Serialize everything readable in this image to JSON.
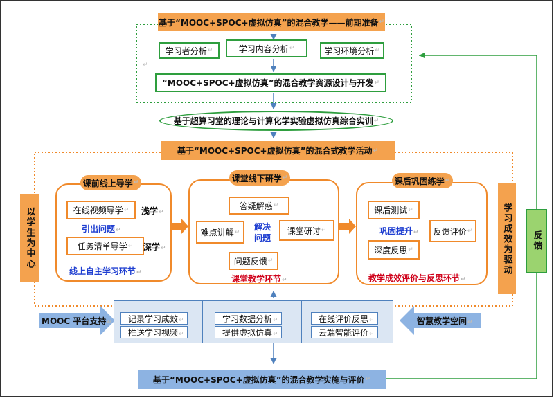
{
  "phase1": {
    "title": "基于“MOOC+SPOC+虚拟仿真”的混合教学——前期准备",
    "analysis": [
      "学习者分析",
      "学习内容分析",
      "学习环境分析"
    ],
    "resource": "“MOOC+SPOC+虚拟仿真”的混合教学资源设计与开发"
  },
  "training": "基于超算习堂的理论与计算化学实验虚拟仿真综合实训",
  "activity_title": "基于“MOOC+SPOC+虚拟仿真”的混合式教学活动",
  "left_side": "以学生为中心",
  "right_side": "学习成效为驱动",
  "feedback": "反馈",
  "stage1": {
    "title": "课前线上导学",
    "item1": "在线视频导学",
    "arrow1": "浅学",
    "link": "引出问题",
    "item2": "任务清单导学",
    "arrow2": "深学",
    "caption": "线上自主学习环节"
  },
  "stage2": {
    "title": "课堂线下研学",
    "top": "答疑解惑",
    "left": "难点讲解",
    "right": "课堂研讨",
    "bottom": "问题反馈",
    "center": "解决问题",
    "caption": "课堂教学环节"
  },
  "stage3": {
    "title": "课后巩固练学",
    "item1": "课后测试",
    "link": "巩固提升",
    "item2": "反馈评价",
    "item3": "深度反思",
    "caption": "教学成效评价与反思环节"
  },
  "support": {
    "left": "MOOC 平台支持",
    "right": "智慧教学空间",
    "col1": [
      "记录学习成效",
      "推送学习视频"
    ],
    "col2": [
      "学习数据分析",
      "提供虚拟仿真"
    ],
    "col3": [
      "在线评价反思",
      "云端智能评价"
    ]
  },
  "final": "基于“MOOC+SPOC+虚拟仿真”的混合教学实施与评价",
  "colors": {
    "green": "#2e9e3e",
    "orange": "#f08a2b",
    "orange_fill": "#f4a24e",
    "blue": "#4f81bd",
    "blue_fill": "#8db3e2",
    "blue_text": "#1f3fd1",
    "red_text": "#d0021b"
  }
}
